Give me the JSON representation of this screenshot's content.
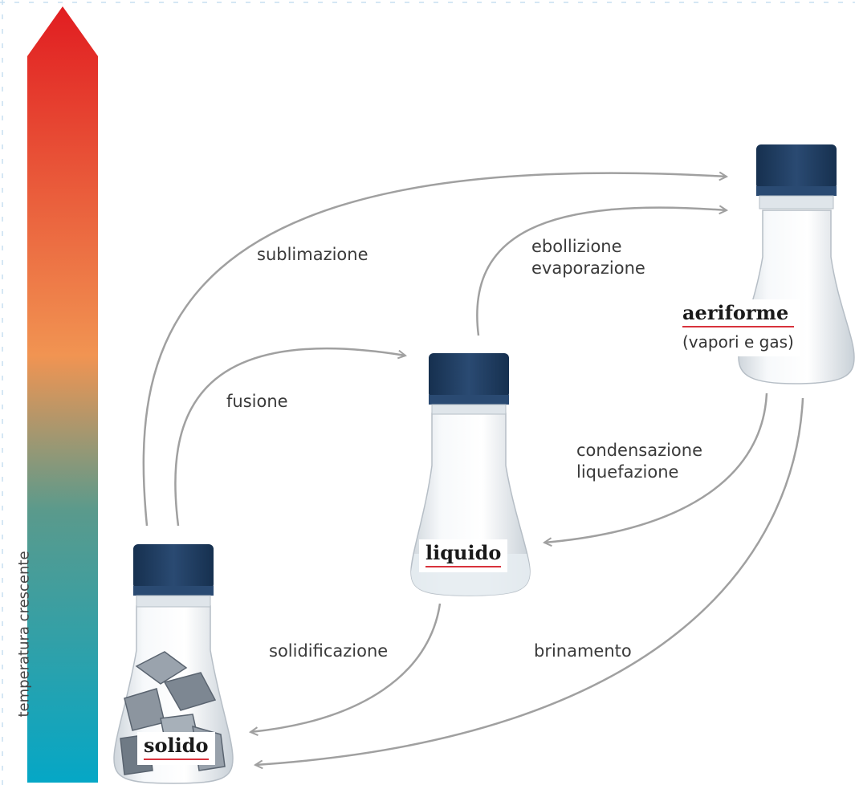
{
  "axis": {
    "label": "temperatura crescente"
  },
  "states": {
    "solid": {
      "name": "solido"
    },
    "liquid": {
      "name": "liquido"
    },
    "gas": {
      "name": "aeriforme",
      "sub": "(vapori e gas)"
    }
  },
  "transitions": {
    "sublimation": "sublimazione",
    "fusion": "fusione",
    "boiling": "ebollizione",
    "evaporation": "evaporazione",
    "condensation": "condensazione",
    "liquefaction": "liquefazione",
    "solidification": "solidificazione",
    "deposition": "brinamento"
  },
  "colors": {
    "arrow_top": "#e11d21",
    "arrow_mid": "#f19452",
    "arrow_bottom": "#05a7c6",
    "cap": "#1f3a5e",
    "curve": "#a0a0a0",
    "underline": "#d8323c"
  }
}
